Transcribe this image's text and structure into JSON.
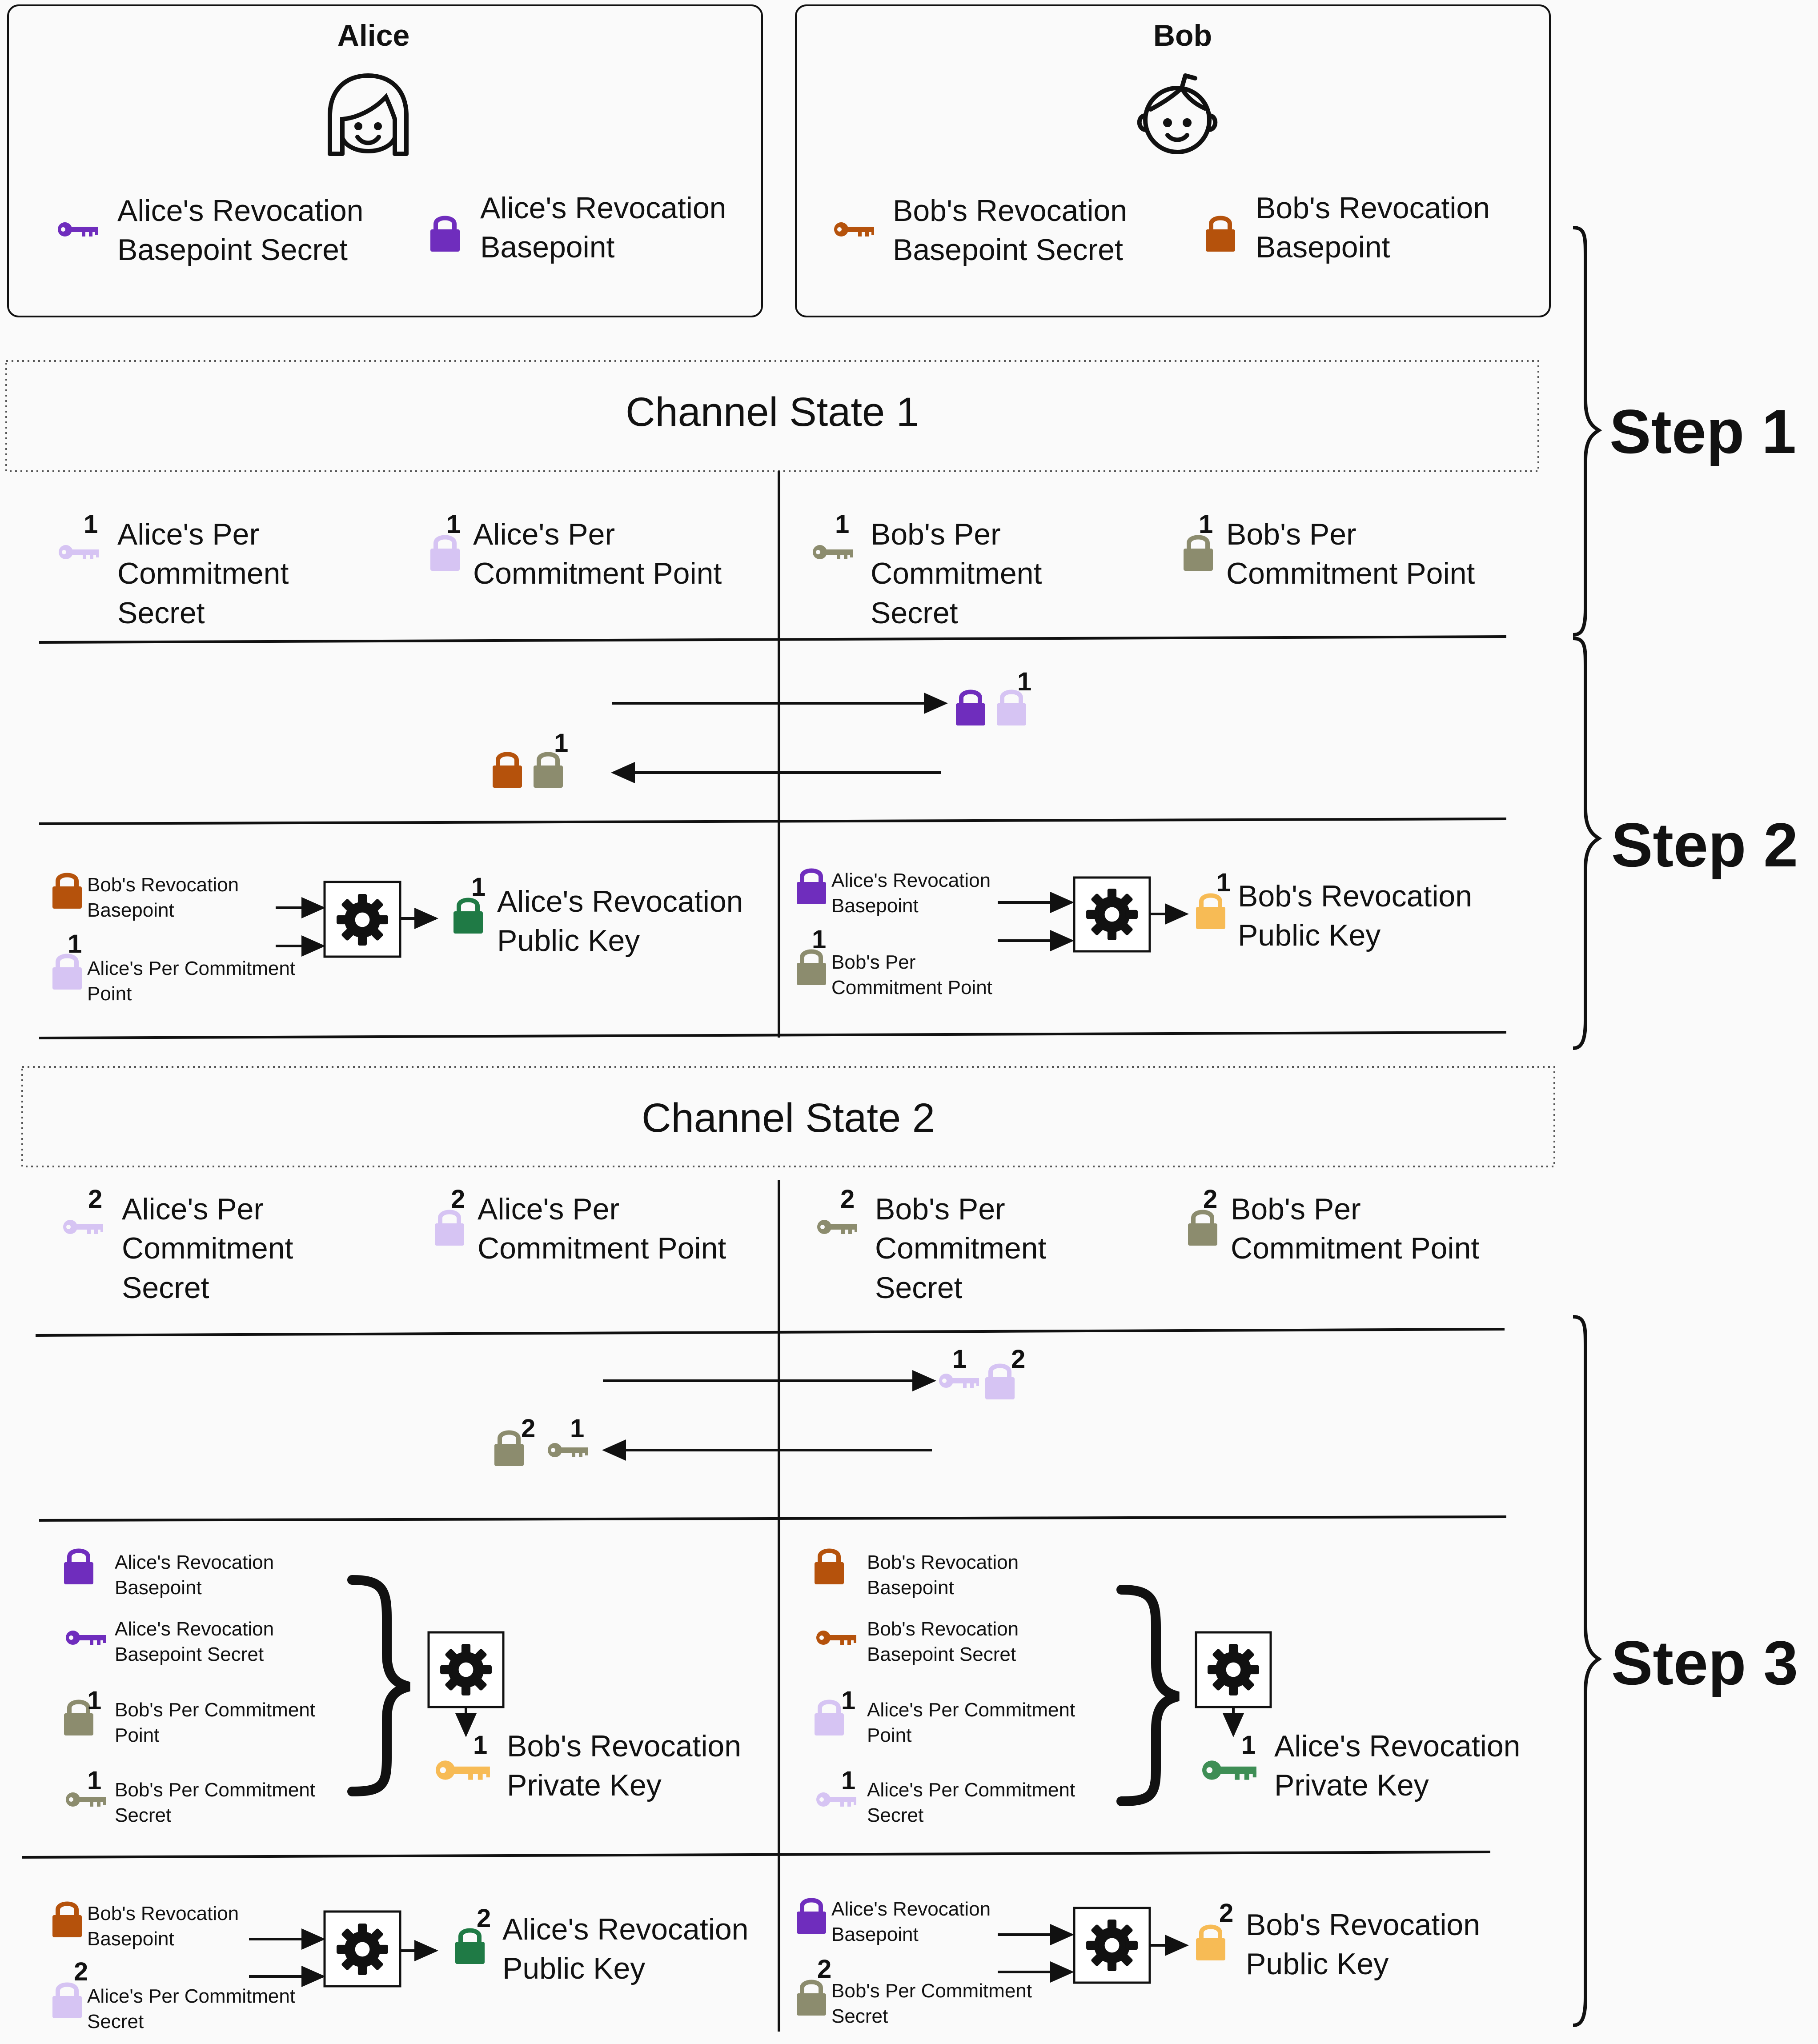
{
  "colors": {
    "alice_revocation": "#6f2dbd",
    "bob_revocation": "#b5520c",
    "alice_commitment": "#d6c4f3",
    "bob_commitment": "#8c8c6e",
    "alice_revocation_pubkey": "#1f7a45",
    "bob_revocation_pubkey": "#f7bb55",
    "alice_revocation_privkey": "#3e8e55",
    "bob_revocation_privkey": "#f7bb55"
  },
  "parties": {
    "alice": {
      "name": "Alice",
      "avatar": "alice-avatar-icon",
      "revocation_basepoint_secret": "Alice's Revocation\nBasepoint Secret",
      "revocation_basepoint": "Alice's Revocation\nBasepoint"
    },
    "bob": {
      "name": "Bob",
      "avatar": "bob-avatar-icon",
      "revocation_basepoint_secret": "Bob's Revocation\nBasepoint Secret",
      "revocation_basepoint": "Bob's Revocation\nBasepoint"
    }
  },
  "steps": {
    "step1": "Step 1",
    "step2": "Step 2",
    "step3": "Step 3"
  },
  "state1": {
    "title": "Channel State 1",
    "num": "1",
    "alice_secret": "Alice's Per\nCommitment\nSecret",
    "alice_point": "Alice's Per\nCommitment Point",
    "bob_secret": "Bob's Per\nCommitment\nSecret",
    "bob_point": "Bob's Per\nCommitment Point",
    "exchange_num_right": "1",
    "exchange_num_left": "1",
    "alice_derive": {
      "in1": "Bob's Revocation\nBasepoint",
      "in2": "Alice's Per Commitment\nPoint",
      "in2_num": "1",
      "out": "Alice's Revocation\nPublic Key",
      "out_num": "1"
    },
    "bob_derive": {
      "in1": "Alice's Revocation\nBasepoint",
      "in2": "Bob's Per\nCommitment Point",
      "in2_num": "1",
      "out": "Bob's Revocation\nPublic Key",
      "out_num": "1"
    }
  },
  "state2": {
    "title": "Channel State 2",
    "num": "2",
    "alice_secret": "Alice's Per\nCommitment\nSecret",
    "alice_point": "Alice's Per\nCommitment Point",
    "bob_secret": "Bob's Per\nCommitment\nSecret",
    "bob_point": "Bob's Per\nCommitment Point",
    "exchange_right_key_num": "1",
    "exchange_right_lock_num": "2",
    "exchange_left_lock_num": "2",
    "exchange_left_key_num": "1",
    "alice_private": {
      "in1": "Alice's Revocation\nBasepoint",
      "in2": "Alice's Revocation\nBasepoint Secret",
      "in3": "Bob's Per Commitment\nPoint",
      "in3_num": "1",
      "in4": "Bob's Per Commitment\nSecret",
      "in4_num": "1",
      "out": "Bob's Revocation\nPrivate Key",
      "out_num": "1"
    },
    "bob_private": {
      "in1": "Bob's Revocation\nBasepoint",
      "in2": "Bob's Revocation\nBasepoint Secret",
      "in3": "Alice's Per Commitment\nPoint",
      "in3_num": "1",
      "in4": "Alice's Per Commitment\nSecret",
      "in4_num": "1",
      "out": "Alice's Revocation\nPrivate Key",
      "out_num": "1"
    },
    "alice_derive": {
      "in1": "Bob's Revocation\nBasepoint",
      "in2": "Alice's Per Commitment\nSecret",
      "in2_num": "2",
      "out": "Alice's Revocation\nPublic Key",
      "out_num": "2"
    },
    "bob_derive": {
      "in1": "Alice's Revocation\nBasepoint",
      "in2": "Bob's Per Commitment\nSecret",
      "in2_num": "2",
      "out": "Bob's Revocation\nPublic Key",
      "out_num": "2"
    }
  }
}
